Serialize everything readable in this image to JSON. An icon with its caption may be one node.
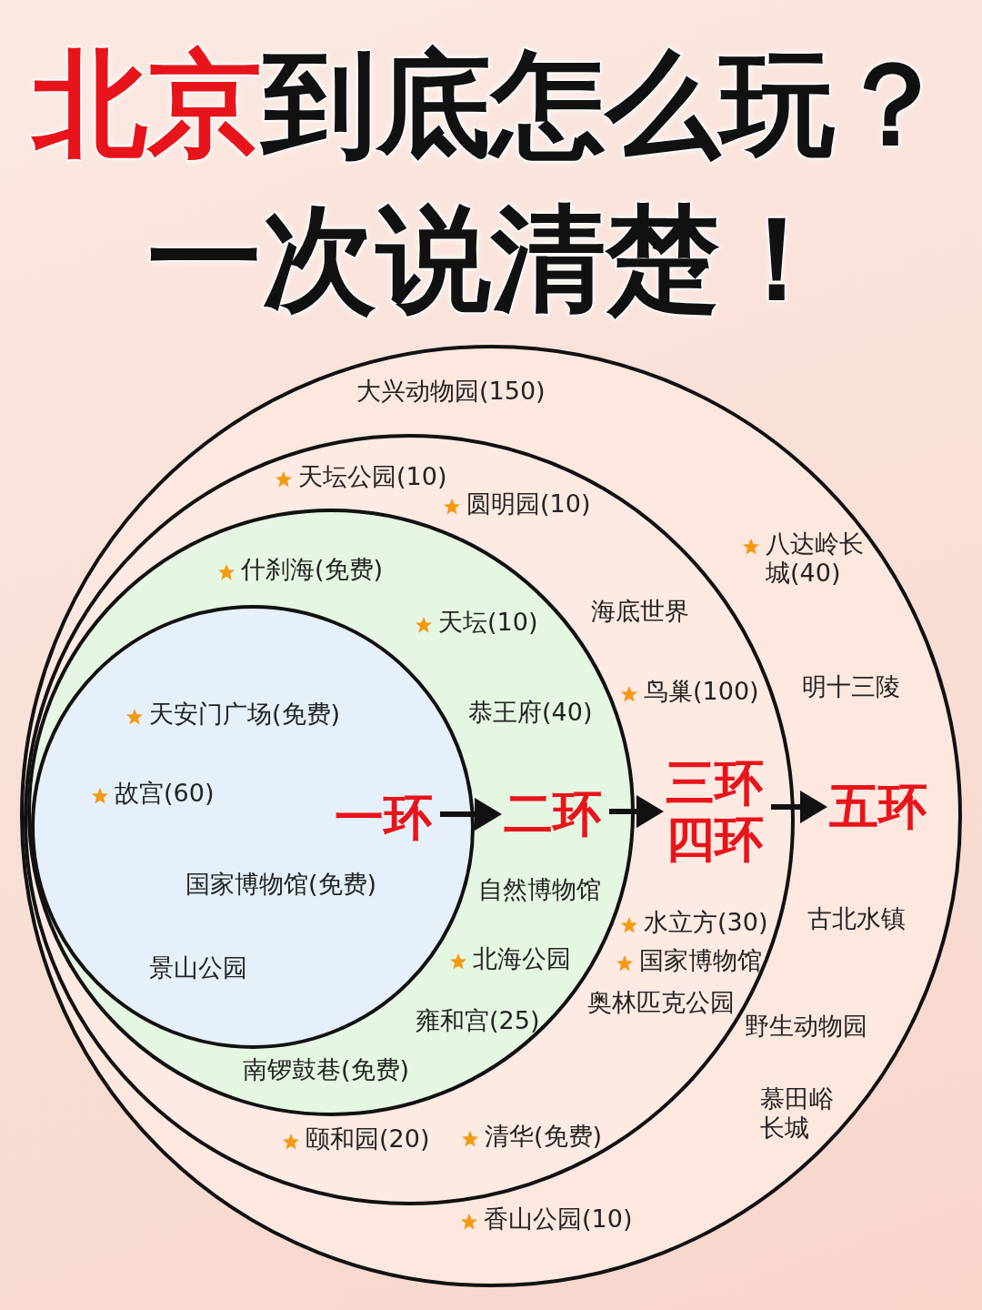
{
  "diagram": {
    "title": "北京到底怎么玩？一次说清楚！",
    "nodes": [
      {
        "text": [
          "大兴动物园(150)",
          "八达岭长城(40)",
          "明十三陵",
          "古北水镇",
          "野生动物园",
          "慕田峪长城",
          "香山公园(10)"
        ]
      },
      {
        "text": [
          "天坛公园(10)",
          "圆明园(10)",
          "海底世界",
          "鸟巢(100)",
          "水立方(30)",
          "奥林匹克公园",
          "国家博物馆",
          "清华(免费)",
          "颐和园(20)"
        ],
        "in": 0
      },
      {
        "text": [
          "什刹海(免费)",
          "天坛(10)",
          "恭王府(40)",
          "自然博物馆",
          "北海公园",
          "雍和宫(25)",
          "南锣鼓巷(免费)"
        ],
        "in": 1
      },
      {
        "text": [
          "天安门广场(免费)",
          "故宫(60)",
          "国家博物馆(免费)",
          "景山公园"
        ],
        "in": 2
      },
      {
        "text": [
          "一环"
        ],
        "in": 3
      },
      {
        "text": [
          "二环"
        ],
        "in": 2
      },
      {
        "text": [
          "三环",
          "四环"
        ],
        "in": 1
      },
      {
        "text": [
          "五环"
        ],
        "in": 0
      }
    ],
    "edges": [
      {
        "from": 4,
        "to": 5,
        "arrow": "to"
      },
      {
        "from": 5,
        "to": 6,
        "arrow": "to"
      },
      {
        "from": 6,
        "to": 7,
        "arrow": "to"
      }
    ]
  }
}
